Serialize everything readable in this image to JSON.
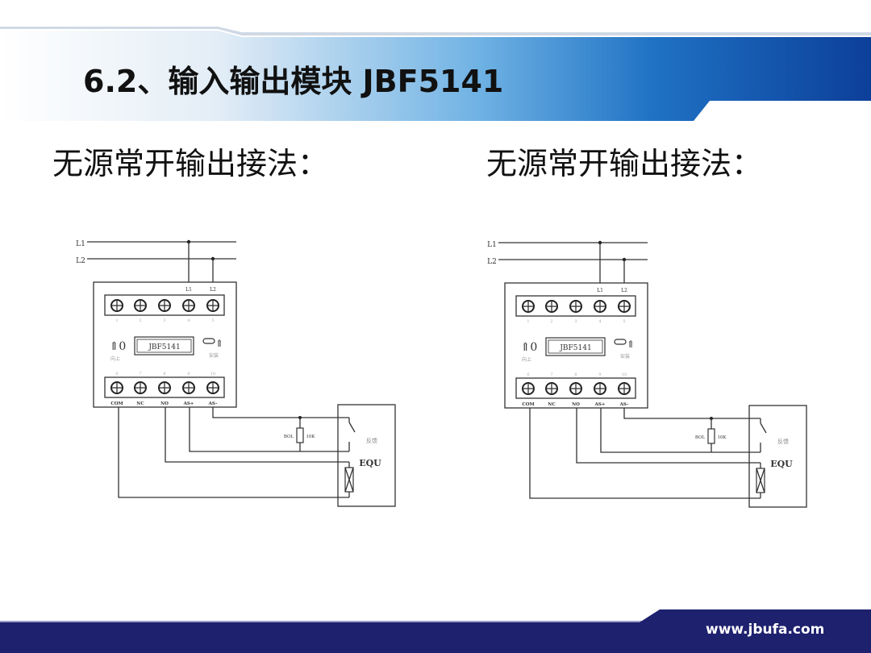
{
  "slide": {
    "title": "6.2、输入输出模块 JBF5141",
    "subtitle_left": "无源常开输出接法：",
    "subtitle_right": "无源常开输出接法：",
    "footer_url": "www.jbufa.com"
  },
  "diagram": {
    "line_labels": [
      "L1",
      "L2"
    ],
    "top_terminal_labels": [
      "L1",
      "L2"
    ],
    "top_terminal_numbers": [
      "1",
      "2",
      "3",
      "4",
      "5"
    ],
    "bottom_terminal_numbers": [
      "6",
      "7",
      "8",
      "9",
      "10"
    ],
    "bottom_terminal_labels": [
      "COM",
      "NC",
      "NO",
      "AS+",
      "AS-"
    ],
    "display": "JBF5141",
    "left_caption": "向上",
    "right_caption": "安装",
    "resistor_left": "BOL",
    "resistor_right": "10K",
    "feedback": "反馈",
    "equipment": "EQU"
  },
  "colors": {
    "navy": "#1e216e",
    "blue": "#1f5fb0"
  }
}
